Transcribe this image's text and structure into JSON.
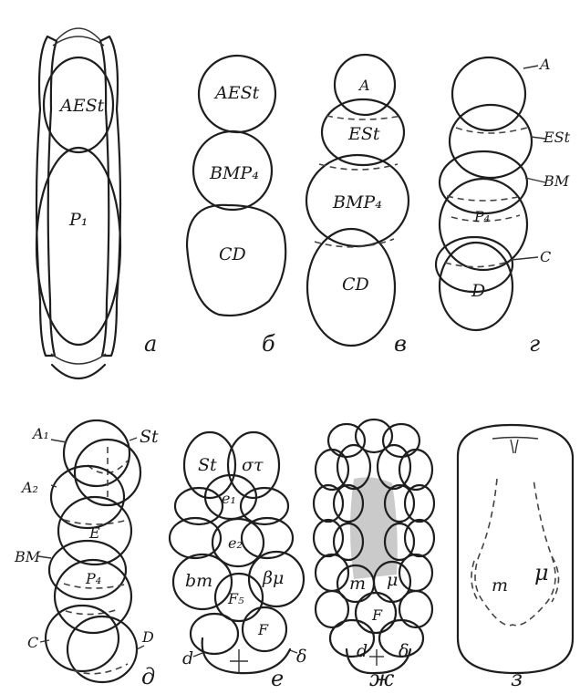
{
  "panels": [
    {
      "letter": "а",
      "labels": {
        "aest": "AESt",
        "p1": "P₁"
      }
    },
    {
      "letter": "б",
      "labels": {
        "aest": "AESt",
        "bmp": "BMP₄",
        "cd": "CD"
      }
    },
    {
      "letter": "в",
      "labels": {
        "a": "A",
        "est": "ESt",
        "bmp": "BMP₄",
        "cd": "CD"
      }
    },
    {
      "letter": "г",
      "labels": {
        "a": "A",
        "est": "ESt",
        "bm": "BM",
        "p4": "P₄",
        "c": "C",
        "d": "D"
      }
    },
    {
      "letter": "д",
      "labels": {
        "a1": "A₁",
        "st": "St",
        "a2": "A₂",
        "e": "E",
        "bm": "BM",
        "p4": "P₄",
        "c": "C",
        "d": "D"
      }
    },
    {
      "letter": "е",
      "labels": {
        "st": "St",
        "sigmatau": "στ",
        "e1": "e₁",
        "e2": "e₂",
        "bm": "bm",
        "betamu": "βμ",
        "f5": "F₅",
        "f": "F",
        "d": "d",
        "delta": "δ"
      }
    },
    {
      "letter": "ж",
      "labels": {
        "m": "m",
        "mu": "μ",
        "f": "F",
        "d": "d",
        "delta": "δ"
      }
    },
    {
      "letter": "з",
      "labels": {
        "m": "m",
        "mu": "μ"
      }
    }
  ]
}
